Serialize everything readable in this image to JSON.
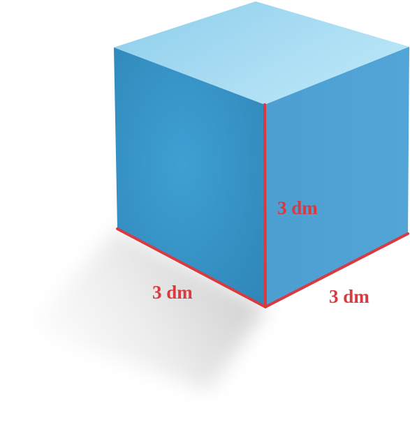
{
  "diagram": {
    "labels": {
      "height": "3 dm",
      "front_edge": "3 dm",
      "right_edge": "3 dm"
    },
    "colors": {
      "top_face_light": "#b9e6f7",
      "top_face_dark": "#8dcdeb",
      "left_face_dark": "#2f86b8",
      "left_face_light": "#3fa0d3",
      "right_face": "#52a5d6",
      "edge_highlight": "#d93a40",
      "label": "#d93a40"
    }
  }
}
